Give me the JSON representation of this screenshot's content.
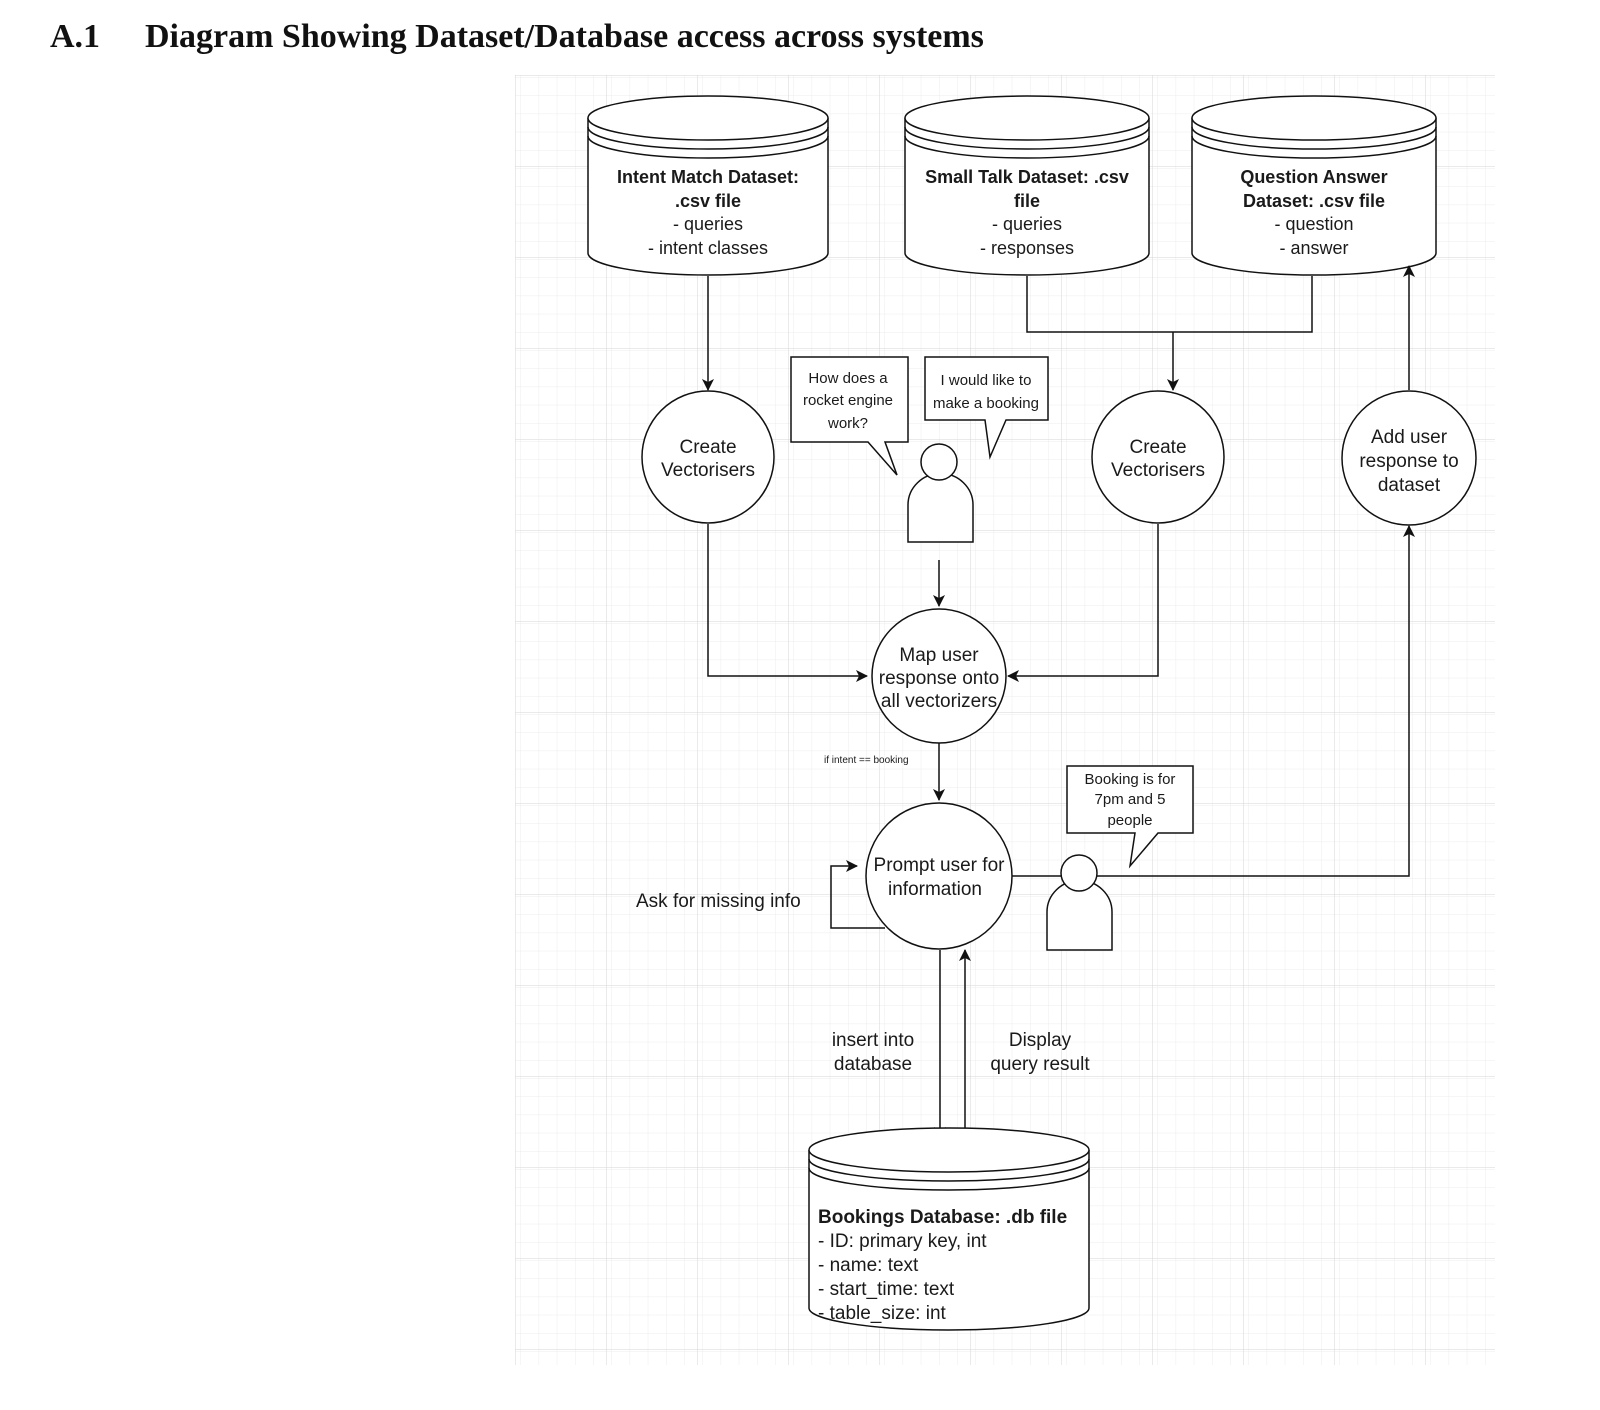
{
  "section": {
    "number": "A.1",
    "title": "Diagram Showing Dataset/Database access across systems"
  },
  "diagram": {
    "datasets": {
      "intent": {
        "title_lines": [
          "Intent Match Dataset:",
          ".csv file"
        ],
        "field_lines": [
          "- queries",
          "- intent classes"
        ]
      },
      "smalltalk": {
        "title_lines": [
          "Small Talk Dataset: .csv",
          "file"
        ],
        "field_lines": [
          "- queries",
          "- responses"
        ]
      },
      "qa": {
        "title_lines": [
          "Question Answer",
          "Dataset: .csv file"
        ],
        "field_lines": [
          "- question",
          "- answer"
        ]
      }
    },
    "processes": {
      "vectorisers_left": [
        "Create",
        "Vectorisers"
      ],
      "vectorisers_right": [
        "Create",
        "Vectorisers"
      ],
      "add_response": [
        "Add user",
        "response to",
        "dataset"
      ],
      "map_response": [
        "Map user",
        "response onto",
        "all vectorizers"
      ],
      "prompt_user": [
        "Prompt user for",
        "information"
      ]
    },
    "speech_bubbles": {
      "rocket": [
        "How does a",
        "rocket engine",
        "work?"
      ],
      "booking_request": [
        "I would like to",
        "make a booking"
      ],
      "booking_details": [
        "Booking is for",
        "7pm and 5",
        "people"
      ]
    },
    "edge_labels": {
      "intent_condition": "if intent == booking",
      "ask_missing": "Ask for missing info",
      "insert": [
        "insert into",
        "database"
      ],
      "display": [
        "Display",
        "query result"
      ]
    },
    "database": {
      "title": "Bookings Database: .db file",
      "field_lines": [
        "- ID: primary key, int",
        "- name: text",
        "- start_time: text",
        "- table_size: int"
      ]
    }
  }
}
